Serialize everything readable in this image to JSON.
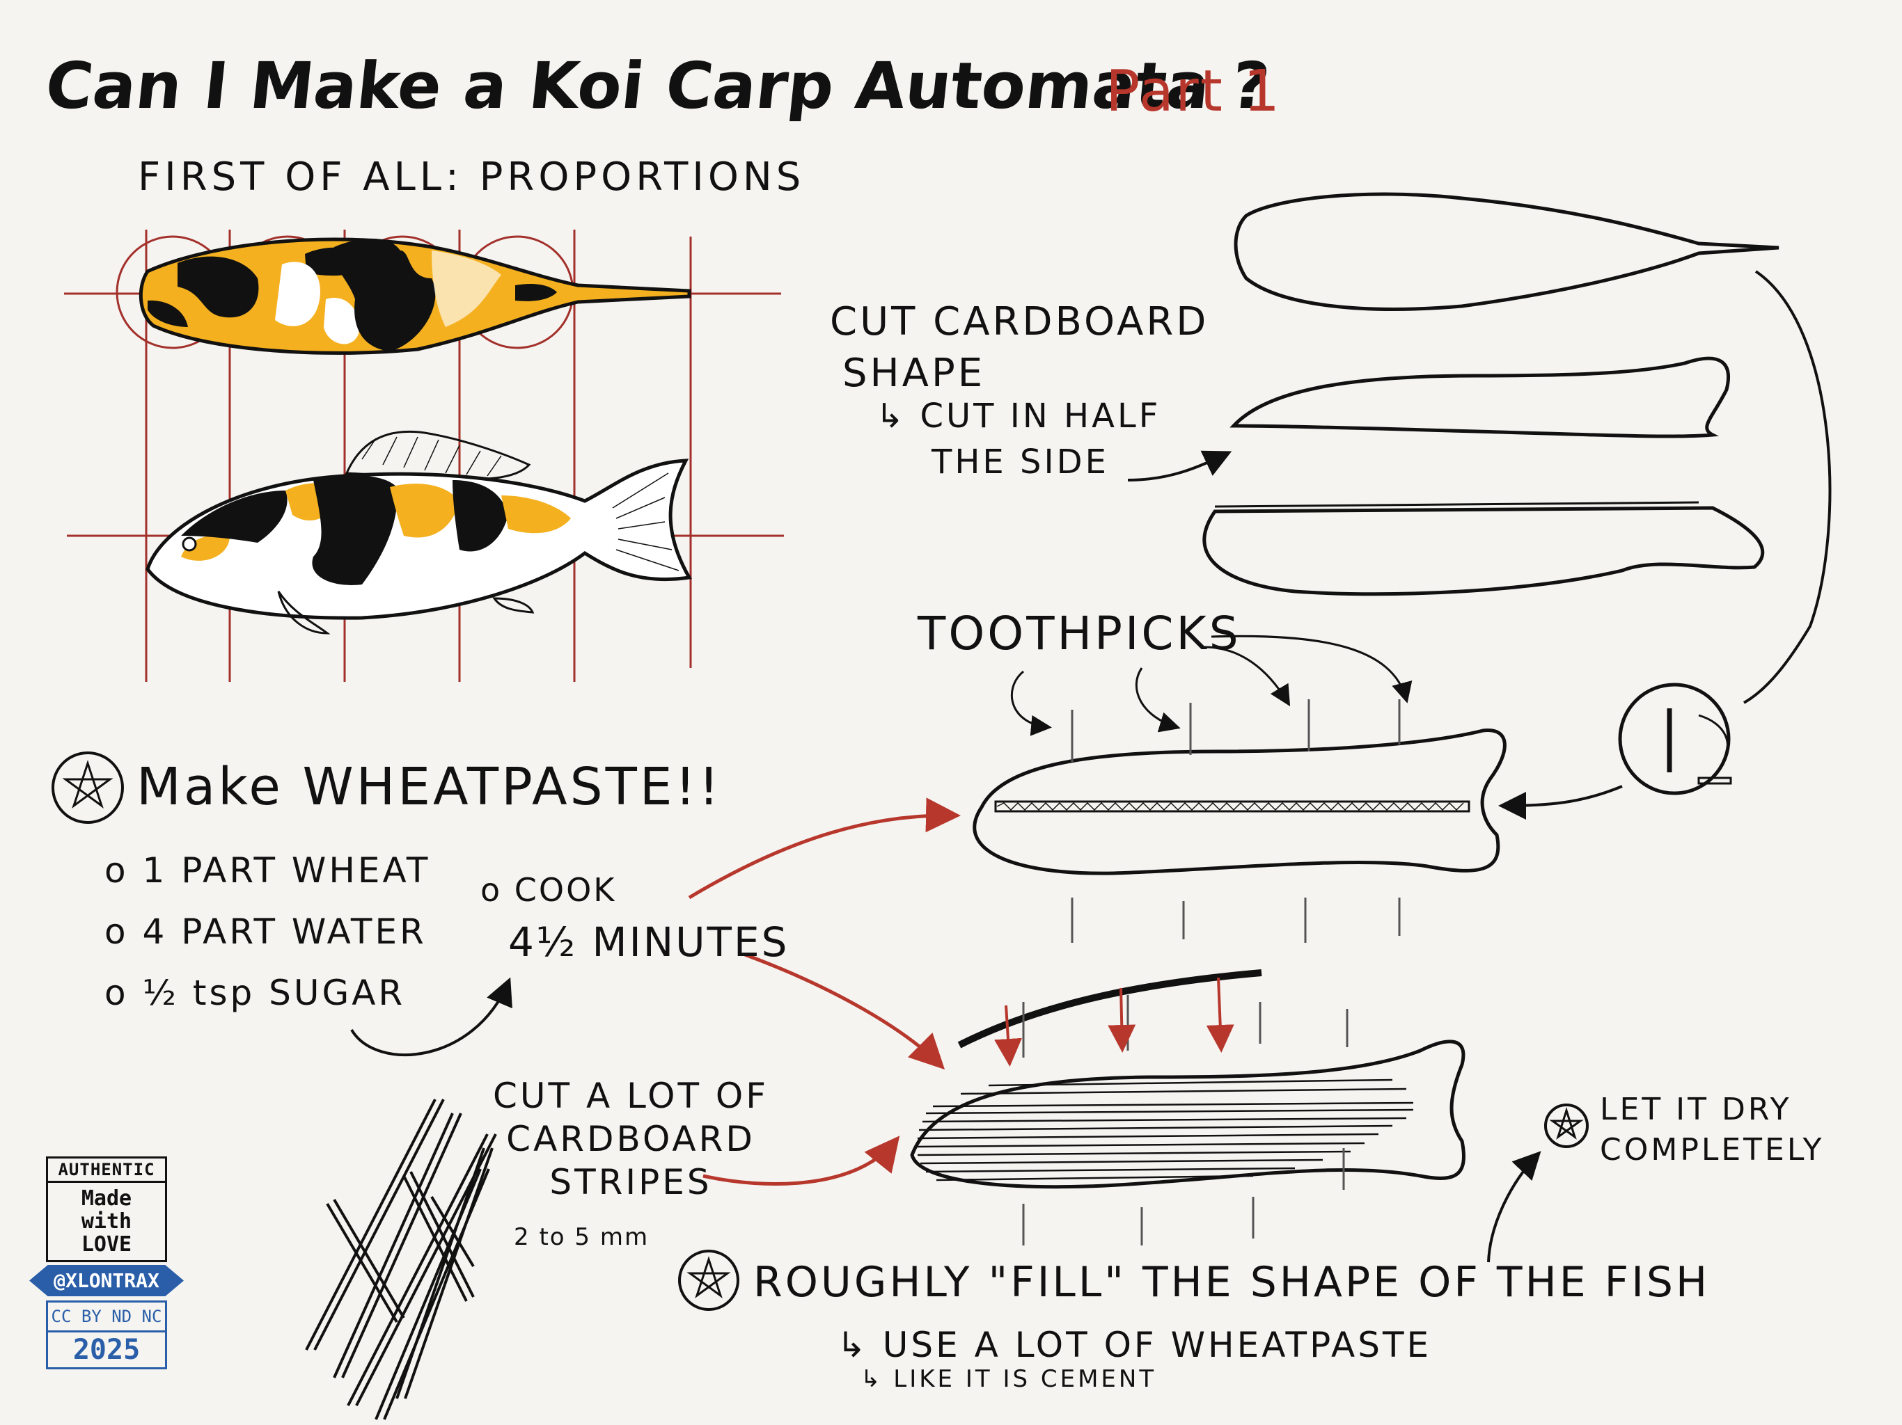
{
  "title": "Can I Make a Koi Carp Automata ?",
  "part": "Part 1",
  "proportions_heading": "FIRST OF ALL: PROPORTIONS",
  "cut_labels": {
    "line1": "CUT CARDBOARD",
    "line2": "SHAPE",
    "line3": "↳ CUT IN HALF",
    "line4": "THE SIDE"
  },
  "toothpicks_label": "TOOTHPICKS",
  "wheatpaste": {
    "heading": "Make WHEATPASTE!!",
    "ingredients": [
      "o 1 PART WHEAT",
      "o 4 PART WATER",
      "o ½ tsp SUGAR"
    ],
    "cook": "o COOK",
    "duration": "4½ MINUTES"
  },
  "stripes": {
    "line1": "CUT A LOT OF",
    "line2": "CARDBOARD",
    "line3": "STRIPES",
    "size": "2 to 5 mm"
  },
  "fill_step": {
    "heading": "ROUGHLY \"FILL\" THE SHAPE OF THE FISH",
    "sub": "↳ USE A LOT OF WHEATPASTE",
    "sub2": "↳ LIKE IT IS CEMENT"
  },
  "dry_step": {
    "line1": "LET IT DRY",
    "line2": "COMPLETELY"
  },
  "badge": {
    "line1": "AUTHENTIC",
    "line2": "Made",
    "line3": "with",
    "line4": "LOVE",
    "handle": "@XLONTRAX",
    "license": "CC BY ND NC",
    "year": "2025"
  },
  "colors": {
    "ink": "#111111",
    "accent_red": "#b7372c",
    "koi_orange": "#f4b01f",
    "grid_red": "#a3302a",
    "badge_blue": "#2a5ea8",
    "paper": "#f5f4f1"
  }
}
